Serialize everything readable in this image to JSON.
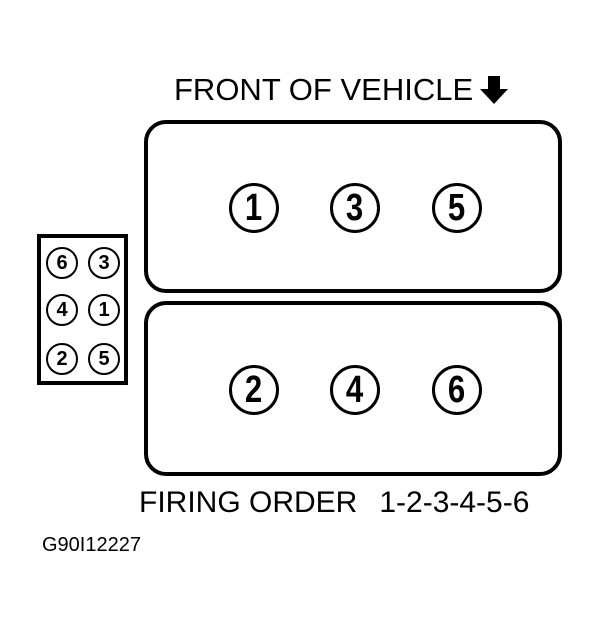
{
  "front_label": {
    "text": "FRONT OF VEHICLE",
    "icon": "down-arrow-icon"
  },
  "top_bank": {
    "cylinders": [
      "1",
      "3",
      "5"
    ]
  },
  "bottom_bank": {
    "cylinders": [
      "2",
      "4",
      "6"
    ]
  },
  "distributor": {
    "terminals": [
      [
        "6",
        "3"
      ],
      [
        "4",
        "1"
      ],
      [
        "2",
        "5"
      ]
    ]
  },
  "firing_order": {
    "label": "FIRING ORDER",
    "sequence": "1-2-3-4-5-6"
  },
  "figure_code": "G90I12227"
}
